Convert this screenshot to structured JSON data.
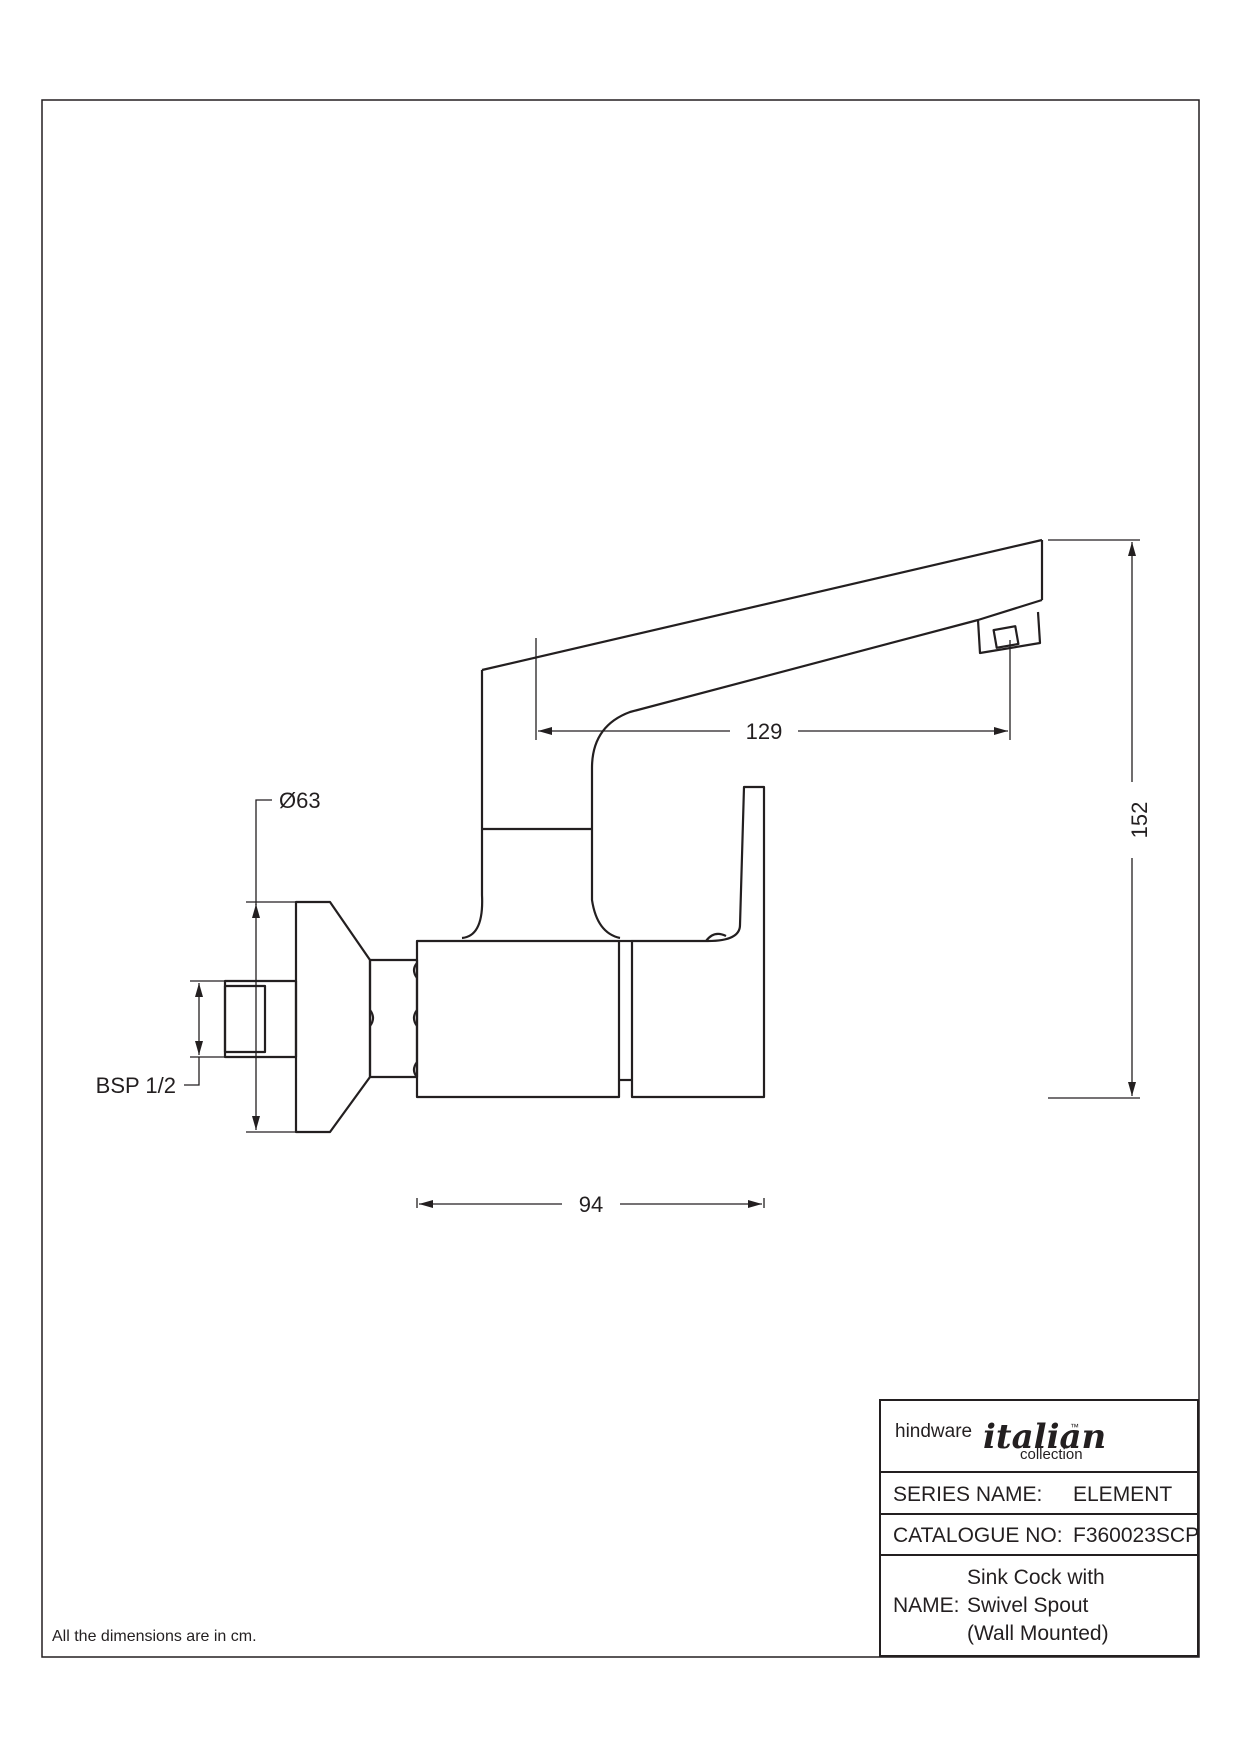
{
  "dimensions": {
    "spout_reach": "129",
    "height": "152",
    "flange_diameter": "Ø63",
    "thread": "BSP 1/2",
    "body_length": "94"
  },
  "note": "All the dimensions are in cm.",
  "title_block": {
    "logo": {
      "brand": "hindware",
      "collection": "italian",
      "sub": "collection",
      "tm": "™"
    },
    "series_label": "SERIES NAME:",
    "series_value": "ELEMENT",
    "catalogue_label": "CATALOGUE NO:",
    "catalogue_value": "F360023SCP",
    "name_label": "NAME:",
    "name_lines": [
      "Sink Cock with",
      "Swivel Spout",
      "(Wall Mounted)"
    ]
  }
}
